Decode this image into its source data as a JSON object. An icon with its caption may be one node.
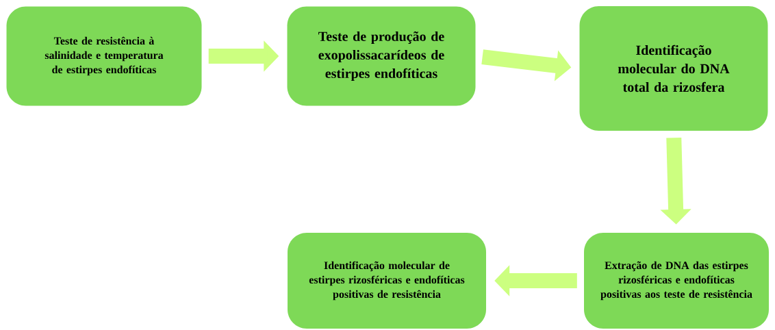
{
  "diagram": {
    "nodes": [
      {
        "text": [
          "Teste de resistência à salinidade e temperatura de estirpes endofíticas"
        ]
      },
      {
        "text": [
          "Teste de produção de exopolissacarídeos de estirpes endofíticas"
        ]
      },
      {
        "text": [
          "Identificação molecular do  DNA total da rizosfera"
        ]
      },
      {
        "text": [
          "Extração de DNA das estirpes rizosféricas e endofíticas positivas aos teste de resistência"
        ]
      },
      {
        "text": [
          "Identificação molecular de estirpes rizosféricas e endofíticas positivas de resistência"
        ]
      }
    ],
    "edges": [
      {
        "from": 0,
        "to": 1,
        "arrow": "to"
      },
      {
        "from": 1,
        "to": 2,
        "arrow": "to"
      },
      {
        "from": 2,
        "to": 3,
        "arrow": "to"
      },
      {
        "from": 3,
        "to": 4,
        "arrow": "to"
      }
    ]
  }
}
